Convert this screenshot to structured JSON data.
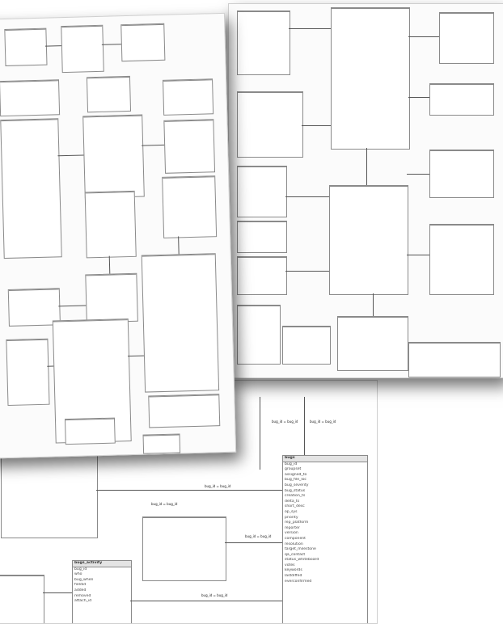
{
  "sheets": {
    "bottom": {
      "tables": [
        {
          "title": "",
          "rows": [
            "",
            "",
            "",
            "",
            "",
            "",
            "",
            "",
            "",
            ""
          ]
        },
        {
          "title": "",
          "rows": [
            "",
            "",
            "",
            "",
            "",
            "",
            ""
          ]
        },
        {
          "title": "",
          "rows": [
            "",
            "",
            "",
            "",
            "",
            "",
            ""
          ]
        },
        {
          "title": "bugs_activity",
          "rows": [
            "bug_id",
            "who",
            "bug_when",
            "fieldid",
            "added",
            "removed",
            "attach_id"
          ]
        },
        {
          "title": "bugs",
          "rows": [
            "bug_id",
            "groupset",
            "assigned_to",
            "bug_file_loc",
            "bug_severity",
            "bug_status",
            "creation_ts",
            "delta_ts",
            "short_desc",
            "op_sys",
            "priority",
            "rep_platform",
            "reporter",
            "version",
            "component",
            "resolution",
            "target_milestone",
            "qa_contact",
            "status_whiteboard",
            "votes",
            "keywords",
            "lastdiffed",
            "everconfirmed"
          ]
        }
      ],
      "labels": [
        "bug_id = bug_id",
        "bug_id = bug_id",
        "bug_id = bug_id",
        "bug_id = bug_id",
        "bug_id = bug_id",
        "bug_id = bug_id"
      ]
    },
    "middle": {
      "tables": [
        {
          "title": "",
          "rows": [
            "",
            "",
            "",
            "",
            "",
            "",
            "",
            ""
          ]
        },
        {
          "title": "",
          "rows": [
            "",
            "",
            "",
            "",
            "",
            "",
            "",
            "",
            "",
            "",
            "",
            "",
            ""
          ]
        },
        {
          "title": "",
          "rows": [
            "",
            "",
            "",
            "",
            ""
          ]
        },
        {
          "title": "",
          "rows": [
            "",
            "",
            "",
            "",
            "",
            ""
          ]
        },
        {
          "title": "",
          "rows": [
            "",
            "",
            "",
            "",
            "",
            "",
            ""
          ]
        },
        {
          "title": "",
          "rows": [
            "",
            "",
            "",
            "",
            "",
            "",
            "",
            "",
            "",
            "",
            "",
            "",
            "",
            "",
            ""
          ]
        },
        {
          "title": "",
          "rows": [
            "",
            "",
            "",
            "",
            "",
            "",
            "",
            "",
            "",
            "",
            ""
          ]
        },
        {
          "title": "",
          "rows": [
            "",
            "",
            "",
            "",
            "",
            "",
            ""
          ]
        },
        {
          "title": "",
          "rows": [
            "",
            "",
            "",
            "",
            ""
          ]
        },
        {
          "title": "",
          "rows": [
            "",
            "",
            "",
            "",
            "",
            "",
            "",
            ""
          ]
        },
        {
          "title": "",
          "rows": [
            "",
            "",
            "",
            "",
            ""
          ]
        },
        {
          "title": "",
          "rows": [
            "",
            "",
            "",
            ""
          ]
        },
        {
          "title": "",
          "rows": [
            "",
            "",
            "",
            "",
            "",
            ""
          ]
        }
      ]
    },
    "top": {
      "tables": [
        {
          "title": "",
          "rows": [
            "",
            "",
            "",
            "",
            ""
          ]
        },
        {
          "title": "",
          "rows": [
            "",
            "",
            "",
            "",
            "",
            "",
            ""
          ]
        },
        {
          "title": "",
          "rows": [
            "",
            "",
            "",
            "",
            ""
          ]
        },
        {
          "title": "",
          "rows": [
            "",
            "",
            "",
            "",
            "",
            ""
          ]
        },
        {
          "title": "",
          "rows": [
            "",
            "",
            "",
            "",
            "",
            "",
            "",
            "",
            "",
            "",
            "",
            "",
            "",
            "",
            ""
          ]
        },
        {
          "title": "",
          "rows": [
            "",
            "",
            "",
            "",
            "",
            "",
            ""
          ]
        },
        {
          "title": "",
          "rows": [
            "",
            "",
            "",
            "",
            "",
            "",
            "",
            "",
            "",
            "",
            "",
            "",
            ""
          ]
        },
        {
          "title": "",
          "rows": [
            "",
            "",
            "",
            "",
            "",
            ""
          ]
        },
        {
          "title": "",
          "rows": [
            "",
            "",
            "",
            "",
            "",
            "",
            "",
            "",
            "",
            ""
          ]
        },
        {
          "title": "",
          "rows": [
            "",
            "",
            "",
            "",
            "",
            "",
            "",
            "",
            "",
            "",
            "",
            "",
            "",
            "",
            "",
            "",
            "",
            "",
            "",
            "",
            "",
            ""
          ]
        },
        {
          "title": "",
          "rows": [
            "",
            "",
            "",
            "",
            "",
            "",
            "",
            "",
            "",
            "",
            "",
            "",
            ""
          ]
        },
        {
          "title": "",
          "rows": [
            "",
            "",
            "",
            "",
            "",
            "",
            "",
            "",
            ""
          ]
        },
        {
          "title": "",
          "rows": [
            "",
            "",
            "",
            "",
            "",
            "",
            "",
            ""
          ]
        },
        {
          "title": "",
          "rows": [
            "",
            "",
            "",
            "",
            "",
            ""
          ]
        },
        {
          "title": "",
          "rows": [
            "",
            "",
            "",
            "",
            "",
            "",
            "",
            "",
            "",
            "",
            "",
            "",
            "",
            "",
            "",
            "",
            "",
            "",
            "",
            ""
          ]
        },
        {
          "title": "",
          "rows": [
            "",
            "",
            "",
            "",
            "",
            "",
            "",
            "",
            "",
            "",
            ""
          ]
        },
        {
          "title": "",
          "rows": [
            "",
            "",
            "",
            "",
            "",
            ""
          ]
        },
        {
          "title": "",
          "rows": [
            "",
            "",
            "",
            "",
            ""
          ]
        },
        {
          "title": "",
          "rows": [
            "",
            "",
            "",
            ""
          ]
        }
      ]
    }
  }
}
